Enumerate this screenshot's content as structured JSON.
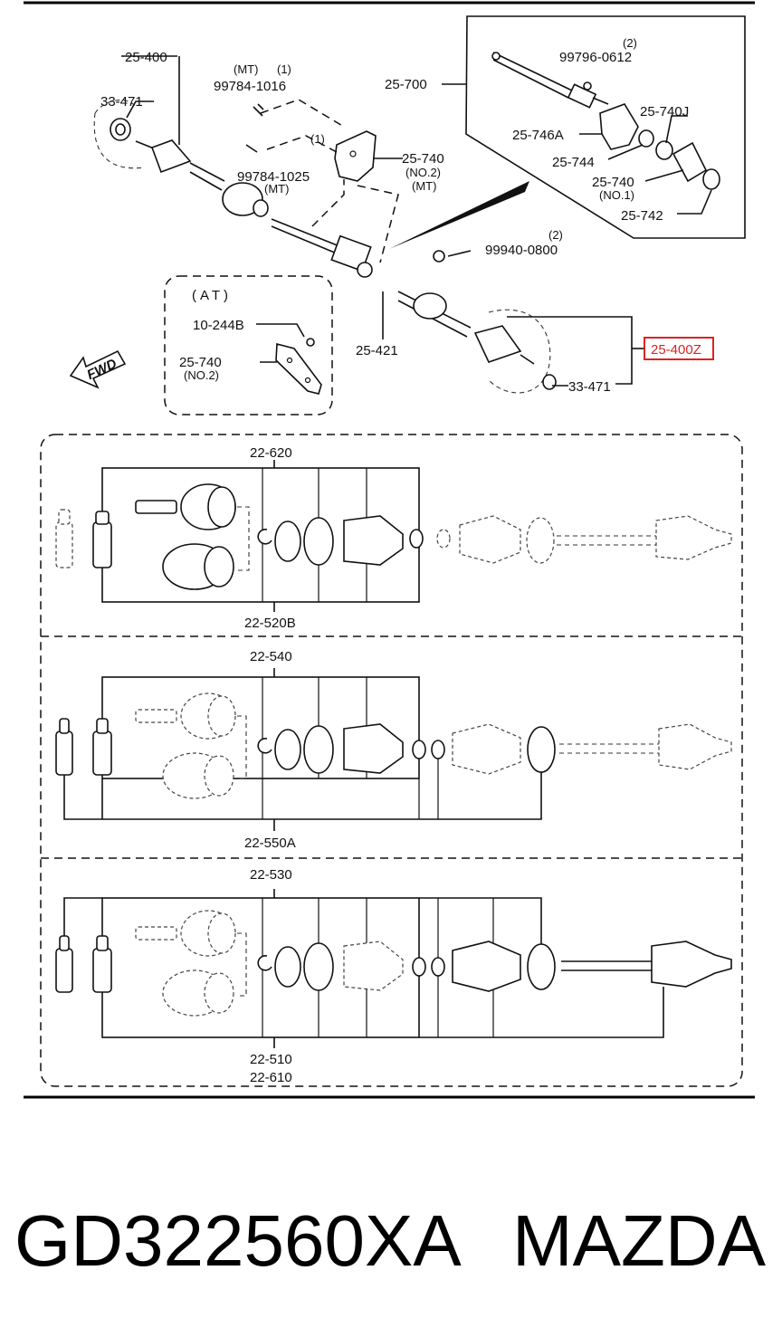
{
  "labels": {
    "p25_400": "25-400",
    "p33_471_top": "33-471",
    "mt_a": "(MT)",
    "qty1_a": "(1)",
    "p99784_1016": "99784-1016",
    "qty1_b": "(1)",
    "p99784_1025": "99784-1025",
    "mt_b": "(MT)",
    "p25_740": "25-740",
    "no2_a": "(NO.2)",
    "mt_c": "(MT)",
    "p25_700": "25-700",
    "qty2_a": "(2)",
    "p99796_0612": "99796-0612",
    "p25_746a": "25-746A",
    "p25_740j": "25-740J",
    "p25_744": "25-744",
    "p25_740_no1": "25-740",
    "no1": "(NO.1)",
    "p25_742": "25-742",
    "qty2_b": "(2)",
    "p99940_0800": "99940-0800",
    "at_title": "(AT)",
    "p10_244b": "10-244B",
    "p25_740_at": "25-740",
    "no2_at": "(NO.2)",
    "p25_421": "25-421",
    "p25_400z": "25-400Z",
    "p33_471_bot": "33-471",
    "fwd": "FWD",
    "p22_620": "22-620",
    "p22_520b": "22-520B",
    "p22_540": "22-540",
    "p22_550a": "22-550A",
    "p22_530": "22-530",
    "p22_510": "22-510",
    "p22_610": "22-610"
  },
  "footer": {
    "part_number": "GD322560XA",
    "brand": "MAZDA"
  },
  "colors": {
    "highlight": "#dd2222",
    "line": "#111111",
    "background": "#ffffff"
  }
}
